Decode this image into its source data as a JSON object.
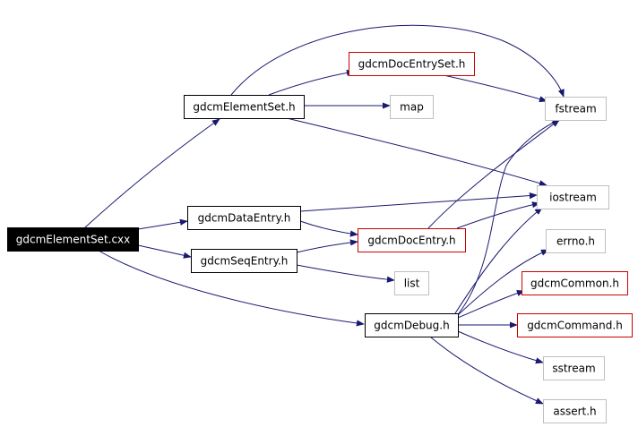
{
  "colors": {
    "edge": "#191970",
    "border_normal": "#000000",
    "border_external": "#bfbfbf",
    "border_unresolved": "#cc0000",
    "root_fill": "#000000",
    "root_text": "#ffffff",
    "node_fill": "#ffffff",
    "text": "#000000"
  },
  "nodes": [
    {
      "id": "root",
      "label": "gdcmElementSet.cxx",
      "kind": "root"
    },
    {
      "id": "elementset",
      "label": "gdcmElementSet.h",
      "kind": "normal"
    },
    {
      "id": "docentryset",
      "label": "gdcmDocEntrySet.h",
      "kind": "unresolved"
    },
    {
      "id": "map",
      "label": "map",
      "kind": "external"
    },
    {
      "id": "fstream",
      "label": "fstream",
      "kind": "external"
    },
    {
      "id": "dataentry",
      "label": "gdcmDataEntry.h",
      "kind": "normal"
    },
    {
      "id": "iostream",
      "label": "iostream",
      "kind": "external"
    },
    {
      "id": "docentry",
      "label": "gdcmDocEntry.h",
      "kind": "unresolved"
    },
    {
      "id": "seqentry",
      "label": "gdcmSeqEntry.h",
      "kind": "normal"
    },
    {
      "id": "list",
      "label": "list",
      "kind": "external"
    },
    {
      "id": "errno",
      "label": "errno.h",
      "kind": "external"
    },
    {
      "id": "common",
      "label": "gdcmCommon.h",
      "kind": "unresolved"
    },
    {
      "id": "debug",
      "label": "gdcmDebug.h",
      "kind": "normal"
    },
    {
      "id": "command",
      "label": "gdcmCommand.h",
      "kind": "unresolved"
    },
    {
      "id": "sstream",
      "label": "sstream",
      "kind": "external"
    },
    {
      "id": "assert",
      "label": "assert.h",
      "kind": "external"
    }
  ],
  "edges": [
    {
      "from": "root",
      "to": "elementset"
    },
    {
      "from": "root",
      "to": "dataentry"
    },
    {
      "from": "root",
      "to": "seqentry"
    },
    {
      "from": "root",
      "to": "debug"
    },
    {
      "from": "elementset",
      "to": "fstream"
    },
    {
      "from": "elementset",
      "to": "docentryset"
    },
    {
      "from": "elementset",
      "to": "map"
    },
    {
      "from": "elementset",
      "to": "iostream"
    },
    {
      "from": "docentryset",
      "to": "fstream"
    },
    {
      "from": "dataentry",
      "to": "iostream"
    },
    {
      "from": "dataentry",
      "to": "docentry"
    },
    {
      "from": "seqentry",
      "to": "docentry"
    },
    {
      "from": "seqentry",
      "to": "list"
    },
    {
      "from": "docentry",
      "to": "fstream"
    },
    {
      "from": "docentry",
      "to": "iostream"
    },
    {
      "from": "debug",
      "to": "fstream"
    },
    {
      "from": "debug",
      "to": "iostream"
    },
    {
      "from": "debug",
      "to": "errno"
    },
    {
      "from": "debug",
      "to": "common"
    },
    {
      "from": "debug",
      "to": "command"
    },
    {
      "from": "debug",
      "to": "sstream"
    },
    {
      "from": "debug",
      "to": "assert"
    }
  ]
}
